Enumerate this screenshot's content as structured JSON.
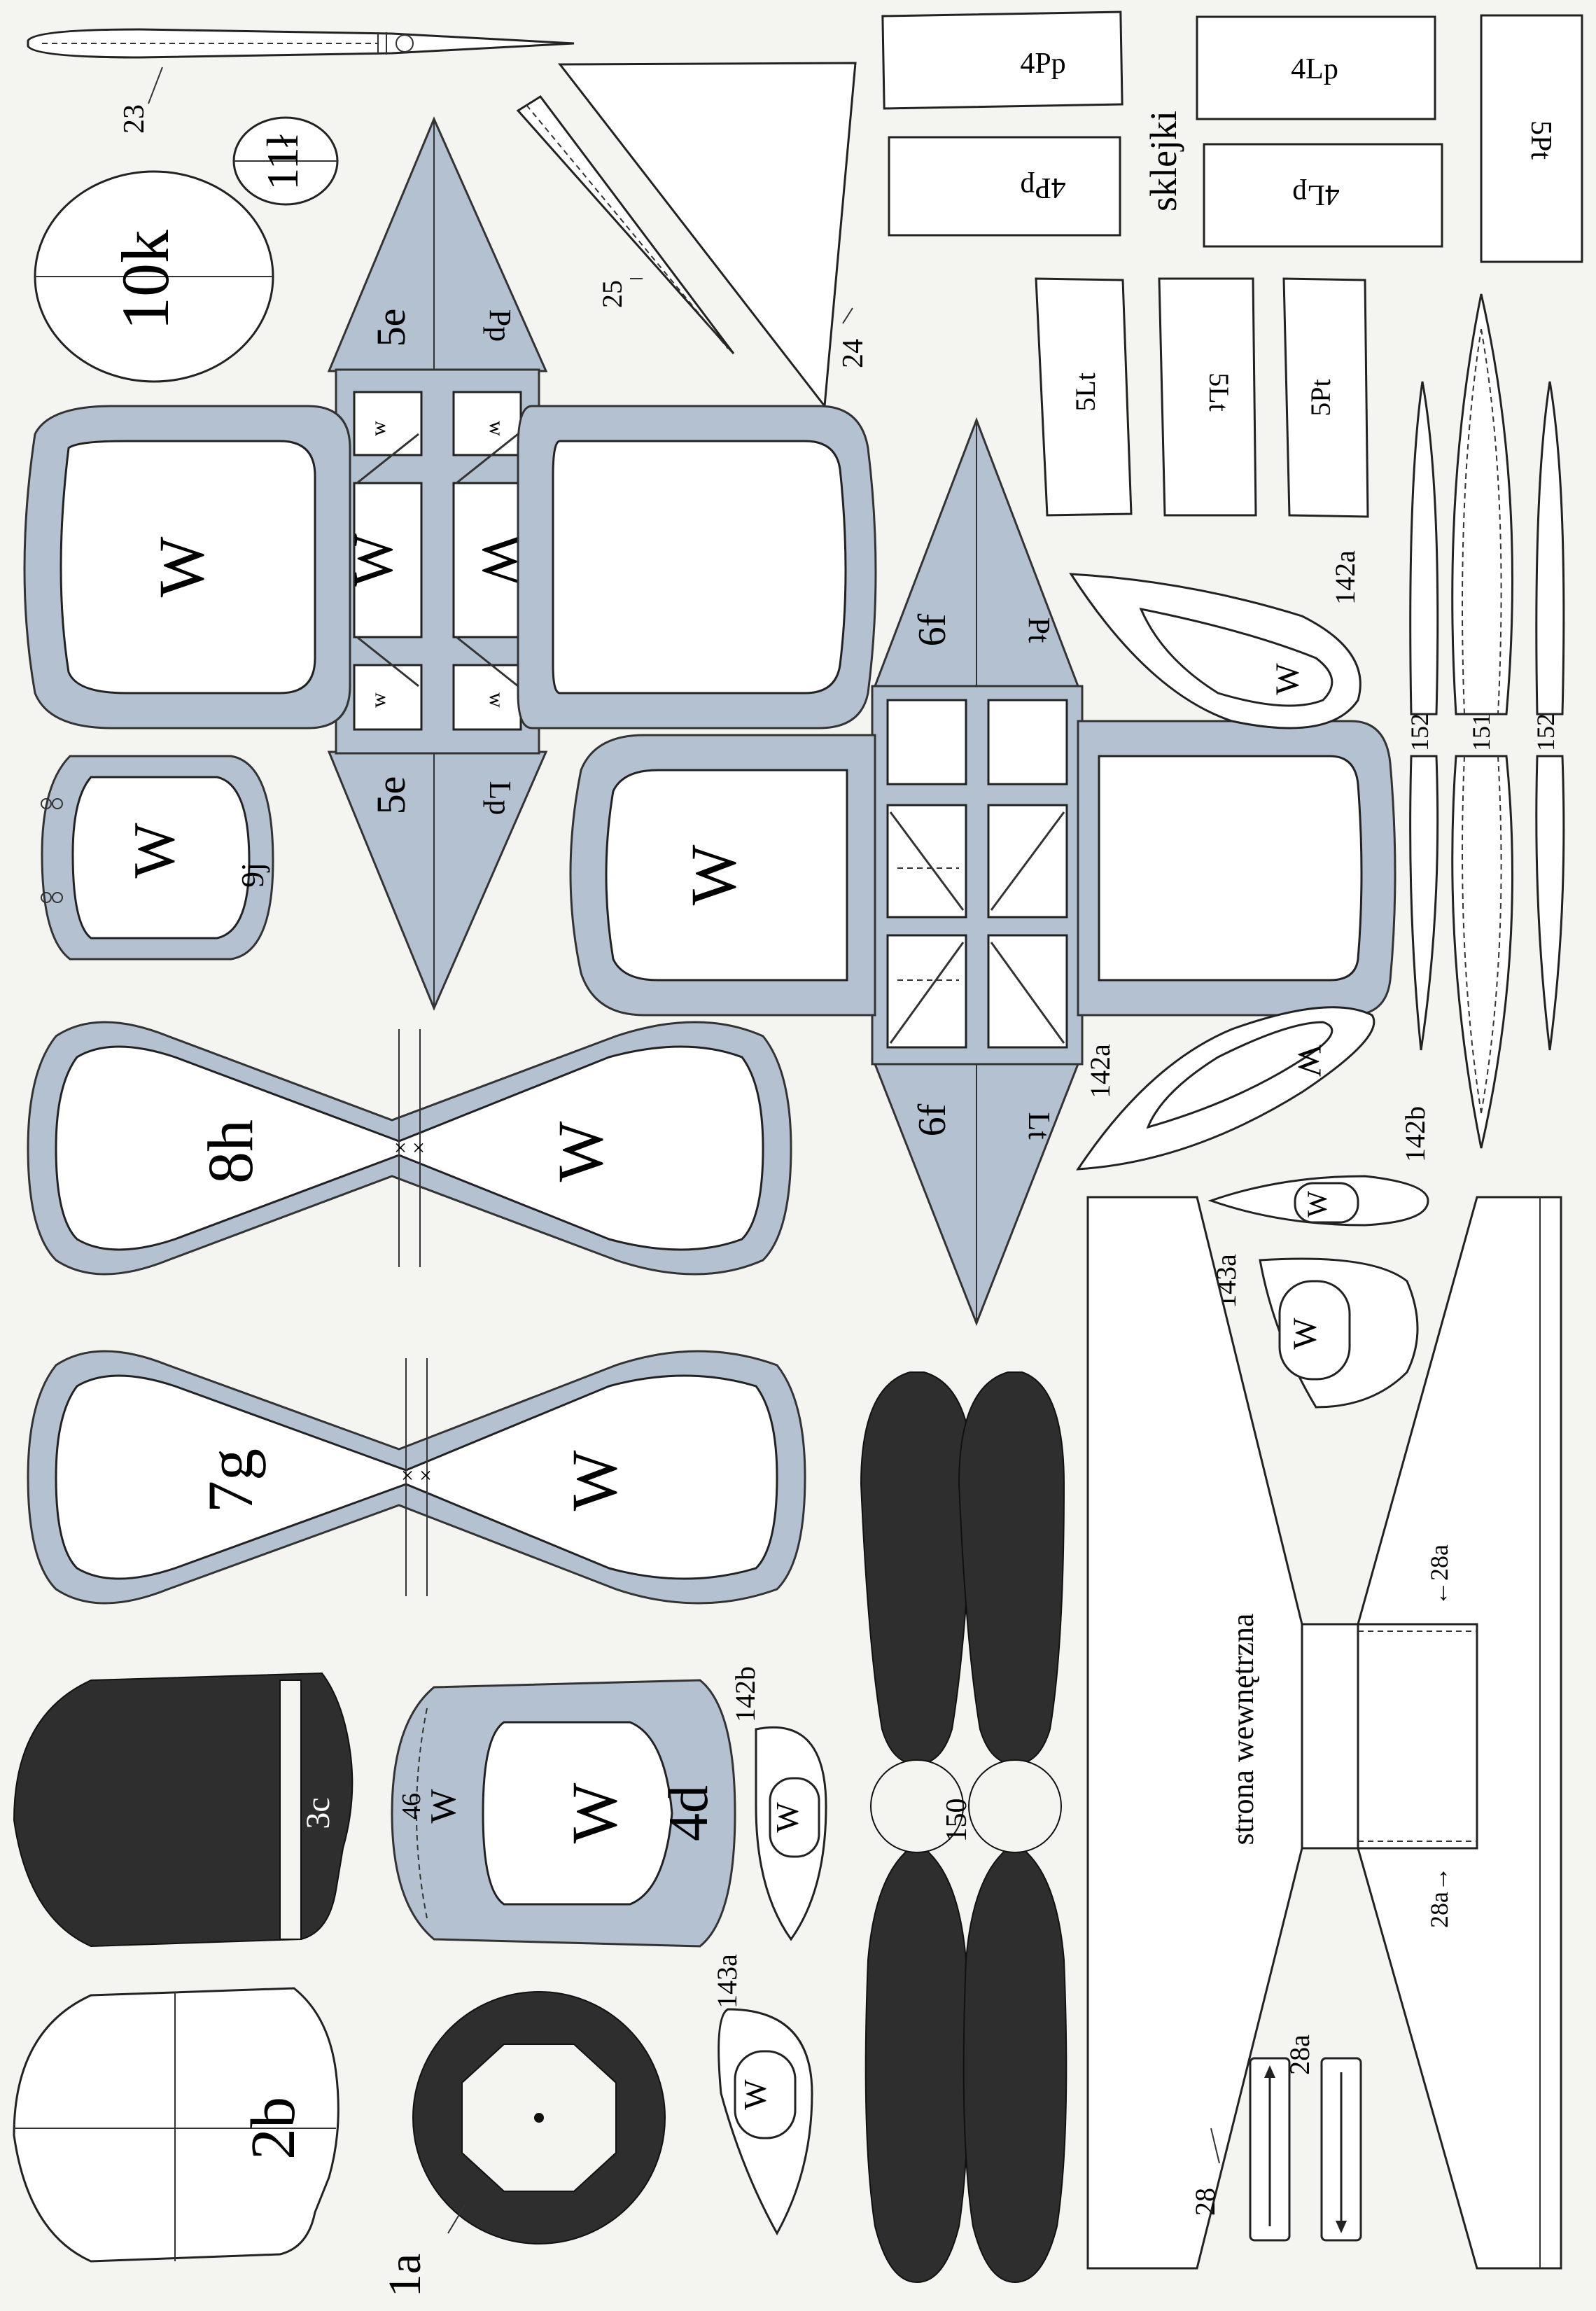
{
  "sheet_title": "sklejki",
  "inner_side_label": "strona wewnętrzna",
  "w_mark": "W",
  "w_mark_small": "w",
  "x_mark": "×",
  "parts": {
    "p1a": "1a",
    "p2b": "2b",
    "p3c": "3c",
    "p4d": "4d",
    "p46": "46",
    "p5e": "5e",
    "p6f": "6f",
    "p7g": "7g",
    "p8h": "8h",
    "p9j": "9j",
    "p10k": "10k",
    "p11l": "11ł",
    "p23": "23",
    "p24": "24",
    "p25": "25",
    "p28": "28",
    "p28a": "28a",
    "p28a_right": "28a→",
    "p28a_left": "←28a",
    "p142a": "142a",
    "p142b": "142b",
    "p143a": "143a",
    "p150": "150",
    "p151": "151",
    "p152": "152",
    "pLp": "Lp",
    "pPp": "Pp",
    "pLt": "Lt",
    "pPt": "Pt",
    "p4Pp": "4Pp",
    "p4Lp": "4Lp",
    "p5Pt": "5Pt",
    "p5Lt": "5Lt"
  },
  "colors": {
    "paper": "#f4f4f1",
    "part_blue": "#b3c1d1",
    "part_dark": "#2e2e2e",
    "outline": "#222222"
  }
}
